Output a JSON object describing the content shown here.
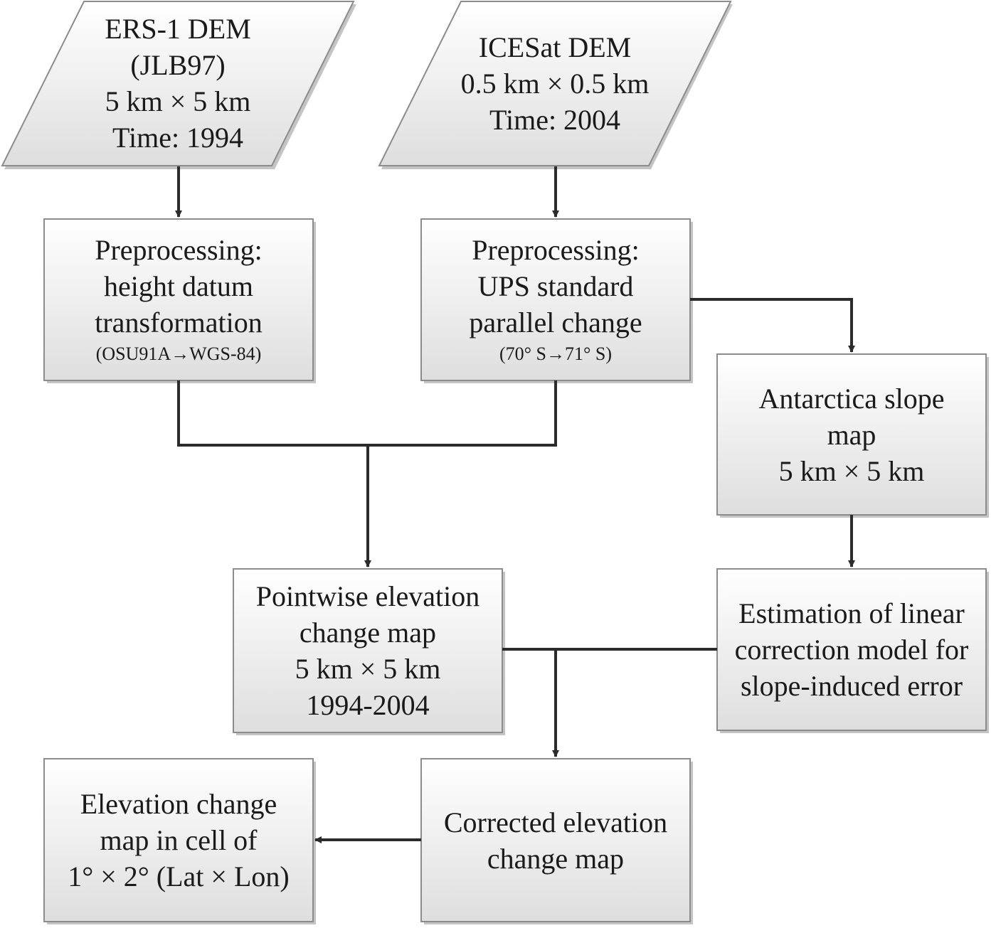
{
  "nodes": {
    "ers_dem": {
      "lines": [
        "ERS-1 DEM",
        "(JLB97)",
        "5 km × 5 km",
        "Time: 1994"
      ]
    },
    "icesat_dem": {
      "lines": [
        "ICESat DEM",
        "0.5 km × 0.5 km",
        "Time: 2004"
      ]
    },
    "preproc_height": {
      "lines": [
        "Preprocessing:",
        "height datum",
        "transformation"
      ],
      "note": "(OSU91A→WGS-84)"
    },
    "preproc_ups": {
      "lines": [
        "Preprocessing:",
        "UPS standard",
        "parallel change"
      ],
      "note": "(70° S→71° S)"
    },
    "slope_map": {
      "lines": [
        "Antarctica slope",
        "map",
        "5 km × 5 km"
      ]
    },
    "pointwise_map": {
      "lines": [
        "Pointwise elevation",
        "change map",
        "5 km × 5 km",
        "1994-2004"
      ]
    },
    "estimation_model": {
      "lines": [
        "Estimation of linear",
        "correction model for",
        "slope-induced error"
      ]
    },
    "corrected_map": {
      "lines": [
        "Corrected elevation",
        "change map"
      ]
    },
    "cell_map": {
      "lines": [
        "Elevation change",
        "map in cell of",
        "1° × 2° (Lat × Lon)"
      ]
    }
  },
  "colors": {
    "box_fill_top": "#ffffff",
    "box_fill_bottom": "#dedede",
    "box_stroke": "#8c8c8c",
    "shadow": "#c4c4c4",
    "connector": "#2b2b2b"
  }
}
